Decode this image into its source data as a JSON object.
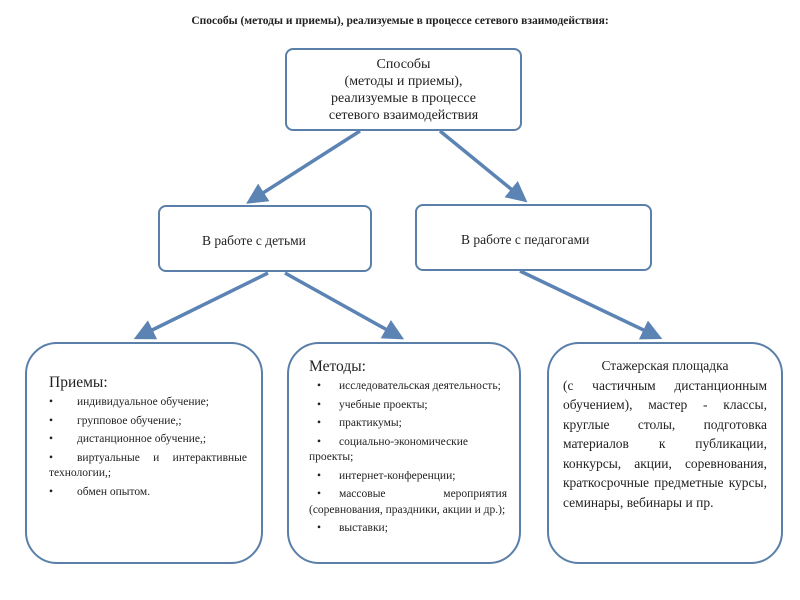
{
  "title": "Способы (методы и приемы), реализуемые в процессе сетевого взаимодействия:",
  "root": {
    "lines": [
      "Способы",
      "(методы и приемы),",
      "реализуемые в процессе",
      "сетевого взаимодействия"
    ]
  },
  "children_branch": {
    "label": "В работе с детьми"
  },
  "teachers_branch": {
    "label": "В работе с педагогами"
  },
  "techniques": {
    "heading": "Приемы:",
    "items": [
      "индивидуальное обучение;",
      "групповое обучение,;",
      "дистанционное обучение,;",
      "виртуальные и интерактивные технологии,;",
      "обмен опытом."
    ]
  },
  "methods": {
    "heading": "Методы:",
    "items": [
      "исследовательская деятельность;",
      "учебные проекты;",
      "практикумы;",
      "социально-экономические проекты;",
      "интернет-конференции;",
      "массовые мероприятия (соревнования, праздники, акции и др.);",
      "выставки;"
    ]
  },
  "teacher_forms": {
    "heading": "Стажерская площадка",
    "text": "(с частичным дистанционным обучением), мастер - классы, круглые столы, подготовка материалов к публикации, конкурсы, акции, соревнования, краткосрочные предметные курсы, семинары, вебинары и пр."
  },
  "colors": {
    "border": "#5a7fa8",
    "arrow": "#5b83b3"
  }
}
